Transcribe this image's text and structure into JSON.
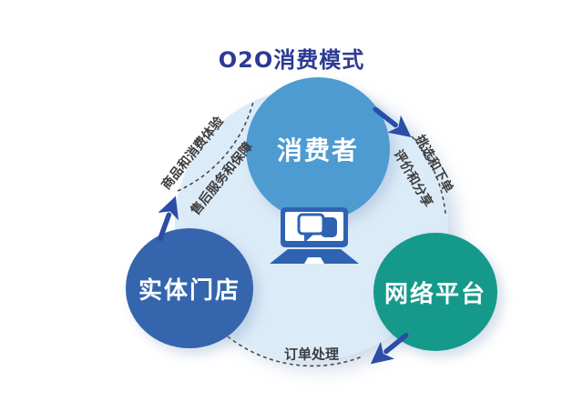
{
  "title": "O2O消费模式",
  "nodes": {
    "consumer": {
      "label": "消费者"
    },
    "store": {
      "label": "实体门店"
    },
    "platform": {
      "label": "网络平台"
    }
  },
  "edges": {
    "store_to_consumer": {
      "outer_label": "商品和消费体验",
      "inner_label": "售后服务和保障",
      "from": "实体门店",
      "to": "消费者"
    },
    "consumer_to_platform": {
      "outer_label": "挑选和下单",
      "inner_label": "评价和分享",
      "from": "消费者",
      "to": "网络平台"
    },
    "platform_to_store": {
      "label": "订单处理",
      "from": "网络平台",
      "to": "实体门店"
    }
  },
  "center_icon": "laptop-chat-icon",
  "colors": {
    "background": "#ffffff",
    "title_text": "#2b3b94",
    "consumer_circle": "#4d9bd1",
    "store_circle": "#3465ad",
    "platform_circle": "#15998b",
    "hub_circle": "#dcebf8",
    "arrow": "#2b4da6",
    "icon": "#2e63b2",
    "edge_text": "#3d3d3d",
    "node_text": "#ffffff",
    "dash": "#4a4a4a"
  }
}
